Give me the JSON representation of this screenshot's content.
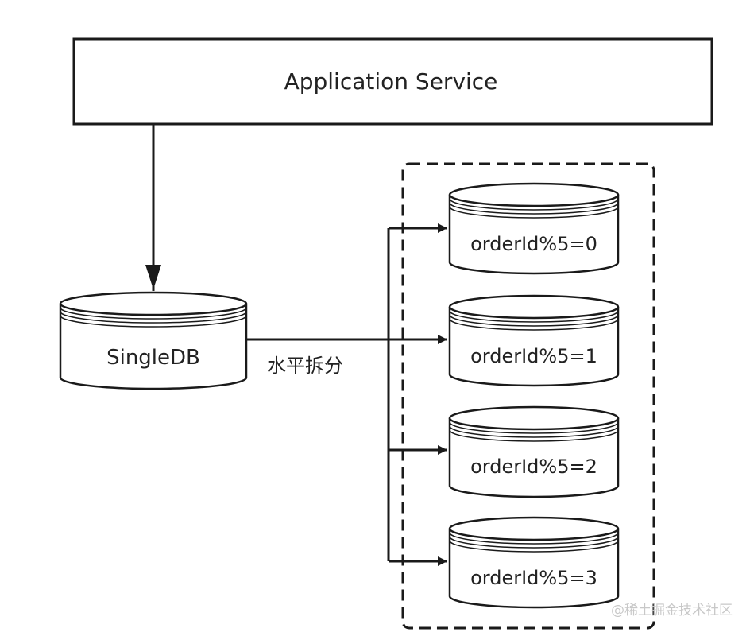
{
  "app_service": {
    "label": "Application Service"
  },
  "single_db": {
    "label": "SingleDB"
  },
  "split_label": "水平拆分",
  "shards": [
    {
      "label": "orderId%5=0"
    },
    {
      "label": "orderId%5=1"
    },
    {
      "label": "orderId%5=2"
    },
    {
      "label": "orderId%5=3"
    }
  ],
  "watermark": "@稀土掘金技术社区"
}
